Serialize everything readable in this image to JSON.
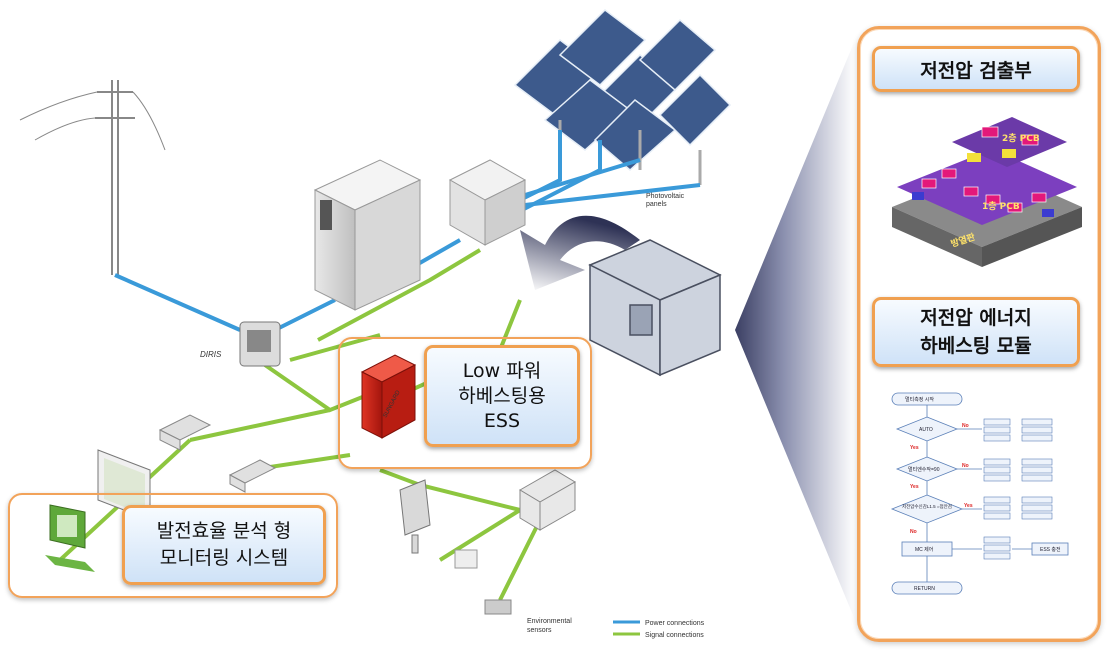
{
  "left": {
    "ess_label": [
      "Low 파워",
      "하베스팅용",
      "ESS"
    ],
    "monitor_label": [
      "발전효율 분석 형",
      "모니터링 시스템"
    ],
    "diris": "DIRIS",
    "pv_label": [
      "Photovoltaic",
      "panels"
    ],
    "inverter_brand": "SUNGARD",
    "env_label": [
      "Environmental",
      "sensors"
    ],
    "legend": {
      "power": "Power connections",
      "signal": "Signal connections"
    },
    "colors": {
      "power": "#3a9ad9",
      "signal": "#8dc63f",
      "accent": "#f2a35a"
    }
  },
  "right": {
    "top_title": "저전압 검출부",
    "mid_title": [
      "저전압 에너지",
      "하베스팅 모듈"
    ],
    "pcb": {
      "layer2": "2층 PCB",
      "layer1": "1층 PCB",
      "heatsink": "방열판"
    },
    "flow": {
      "start": "멀티측정 시작",
      "auto": "AUTO",
      "check": "멀티엔수작=90",
      "cond": "저전압수신감L1.5 =점안검",
      "mc": "MC 제어",
      "ess": "ESS 충전",
      "ret": "RETURN",
      "yes": "Yes",
      "no": "No"
    }
  }
}
